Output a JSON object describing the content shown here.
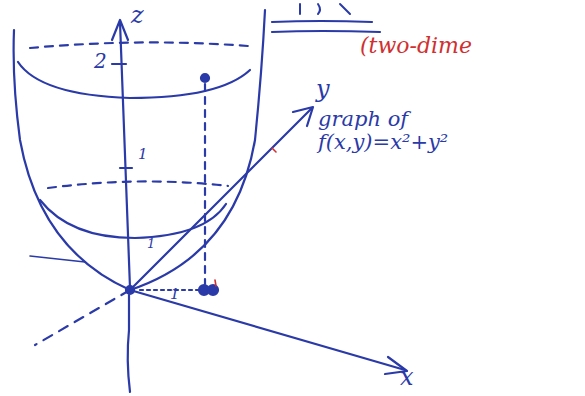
{
  "diagram": {
    "labels": [
      "z",
      "2",
      "1",
      "y",
      "graph of f(x,y)=x²+y²",
      "1",
      "1",
      "x",
      "(two-dime"
    ]
  }
}
